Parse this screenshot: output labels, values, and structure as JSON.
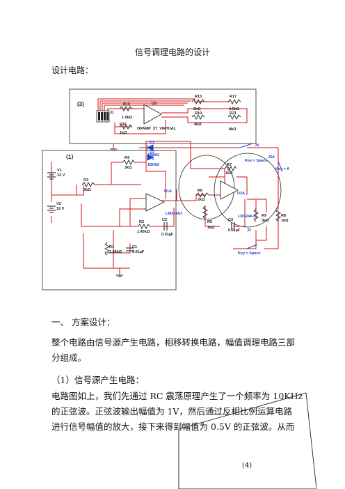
{
  "doc": {
    "title": "信号调理电路的设计",
    "design_heading": "设计电路：",
    "section_heading": "一、 方案设计：",
    "para1_line1": "整个电路由信号源产生电路，相移转换电路，幅值调理电路三部",
    "para1_line2": "分组成。",
    "sub_heading": "（1）信号源产生电路：",
    "para2_line1": "电路图如上，我们先通过 RC 震荡原理产生了一个频率为 10KHz",
    "para2_line2": "的正弦波。正弦波输出幅值为 1V，然后通过反相比例运算电路",
    "para2_line3": "进行信号幅值的放大，接下来得到幅值为 0.5V 的正弦波。从而",
    "note4": "(4)"
  },
  "circuit": {
    "marker3": "(3)",
    "marker1": "（1）",
    "J1": "J1",
    "R10": "R10",
    "R10v": "1.0kΩ",
    "U3": "U3",
    "U3v": "OPAMP_3T_VIRTUAL",
    "R16": "R16",
    "R16v": "1kΩ",
    "R13": "R13",
    "R13v": "2kΩ",
    "R17": "R17",
    "R17v": "4.5kΩ",
    "R19": "R19",
    "R19v": "4kΩ",
    "R21": "R21",
    "R21v": "8kΩ",
    "D1": "D1",
    "D1v": "1BH62",
    "D2": "D2",
    "D2v": "1BH62",
    "R4": "R4",
    "R4v": "3kΩ",
    "V1": "V1",
    "V1v": "12 V",
    "R3": "R3",
    "R3v": "3kΩ",
    "V2": "V2",
    "V2v": "12 V",
    "U1A": "U1A",
    "U1Av": "LM324AJ",
    "R2": "R2",
    "R2v": "1.45kΩ",
    "C2": "C2",
    "C2v": "0.01µF",
    "R1": "R1",
    "R1v": "1.45kΩ",
    "C1": "C1",
    "C1v": "0.01µF",
    "R6": "R6",
    "R6v": "2kΩ",
    "R7": "R7",
    "R7v": "1kΩ",
    "U2A": "U2A",
    "U2Av": "LM324AJ",
    "R5": "R5",
    "R5v": "1kΩ",
    "C3": "C3",
    "C3v": "0.01µF",
    "J2": "J2",
    "R9": "R9",
    "R9v": "3kΩ",
    "R8": "R8",
    "R8v": "1kΩ",
    "J3": "J3A",
    "J4": "J4",
    "keyA": "Key = A",
    "keySpace1": "Key = Space",
    "keySpace2": "Key = Space"
  },
  "colors": {
    "wire": "#d01010",
    "part": "#1a1a1a",
    "label": "#1a1a9a",
    "switch": "#1a3fcf"
  }
}
